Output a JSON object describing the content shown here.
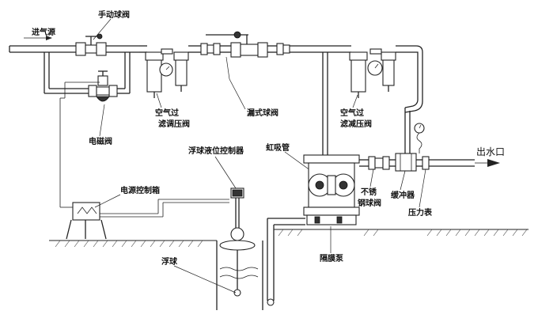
{
  "labels": {
    "air_inlet": "进气源",
    "manual_ball_valve": "手动球阀",
    "air_filter_left_1": "空气过",
    "air_filter_left_2": "滤调压阀",
    "leak_ball_valve": "漏式球阀",
    "air_filter_right_1": "空气过",
    "air_filter_right_2": "滤减压阀",
    "solenoid_valve": "电磁阀",
    "float_level_controller": "浮球液位控制器",
    "suction_pipe": "虹吸管",
    "power_control_box": "电源控制箱",
    "stainless_ball_valve_1": "不锈",
    "stainless_ball_valve_2": "钢球阀",
    "buffer": "缓冲器",
    "pressure_gauge": "压力表",
    "water_outlet": "出水口",
    "float": "浮球",
    "diaphragm_pump": "隔膜泵"
  },
  "colors": {
    "line": "#222222",
    "background": "#ffffff"
  }
}
